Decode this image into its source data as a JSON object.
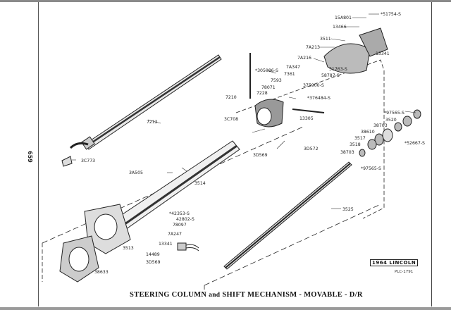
{
  "page_number": "659",
  "caption": {
    "part1": "STEERING COLUMN",
    "part2": "and",
    "part3": "SHIFT MECHANISM - MOVABLE - D/R"
  },
  "model_box": "1964 LINCOLN",
  "plate_code": "PLC-1791",
  "parts": {
    "p51754": "*51754-S",
    "p15A801": "15A801",
    "p13466": "13466",
    "p3511": "3511",
    "p7A213": "7A213",
    "p13341a": "13341",
    "p7A216": "7A216",
    "p51763": "51763-S",
    "p7A347": "7A347",
    "p7361": "7361",
    "p58787": "58787-S",
    "p305086": "*305086-S",
    "p7593": "7593",
    "p375900": "375900-S",
    "p78071": "78071",
    "p7228": "7228",
    "p376484": "*376484-S",
    "p7210": "7210",
    "p13305": "13305",
    "p3C708": "3C708",
    "p3D572": "3D572",
    "p7212": "7212",
    "p3C773": "3C773",
    "p3D569a": "3D569",
    "p3A505": "3A505",
    "p3514": "3514",
    "p97565a": "*97565-S",
    "p3520": "3520",
    "p38703a": "38703",
    "p38610": "38610",
    "p3517": "3517",
    "p52667": "*52667-S",
    "p3518": "3518",
    "p38703b": "38703",
    "p97565b": "*97565-S",
    "p42353": "*42353-S",
    "p42802": "42802-S",
    "p78097": "78097",
    "p7A247": "7A247",
    "p3525": "3525",
    "p3513": "3513",
    "p13341b": "13341",
    "p14489": "14489",
    "p3D569b": "3D569",
    "p38633": "38633"
  }
}
